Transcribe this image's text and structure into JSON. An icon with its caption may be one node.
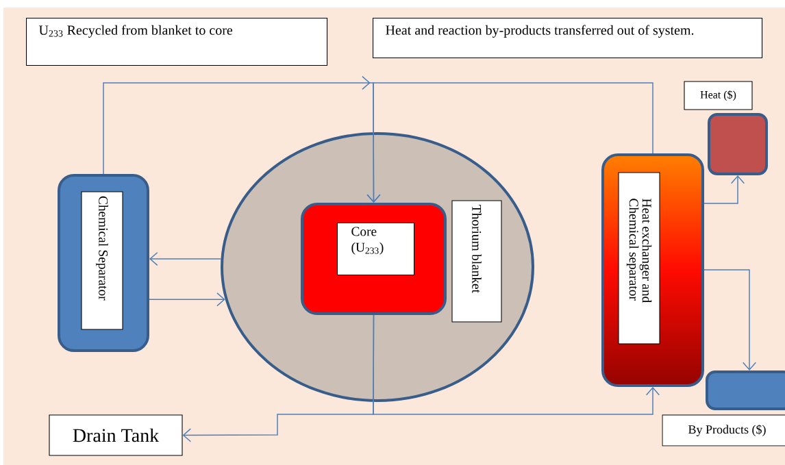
{
  "diagram": {
    "nodes": [
      {
        "text": [
          "U$_{233}$ Recycled from blanket to core"
        ]
      },
      {
        "text": [
          "Heat and reaction by-products transferred out of system."
        ]
      },
      {
        "text": [
          "Chemical Separator"
        ]
      },
      {
        "text": [
          "Thorium blanket"
        ]
      },
      {
        "text": [
          "Core (U$_{233}$)"
        ],
        "in": 3
      },
      {
        "text": [
          "Heat exchanger and Chemical separator"
        ]
      },
      {
        "text": [
          "Heat ($)"
        ]
      },
      {
        "text": [
          "By Products ($)"
        ]
      },
      {
        "text": [
          "Drain Tank"
        ]
      }
    ],
    "edges": [
      {
        "from": 2,
        "to": 4,
        "arrow": "to"
      },
      {
        "from": 5,
        "to": 4,
        "arrow": "to"
      },
      {
        "from": 3,
        "to": 2,
        "arrow": "to"
      },
      {
        "from": 2,
        "to": 3,
        "arrow": "to"
      },
      {
        "from": 4,
        "to": 8,
        "arrow": "to"
      },
      {
        "from": 4,
        "to": 5,
        "arrow": "to"
      },
      {
        "from": 5,
        "to": 6,
        "arrow": "to"
      },
      {
        "from": 5,
        "to": 7,
        "arrow": "to"
      }
    ]
  }
}
